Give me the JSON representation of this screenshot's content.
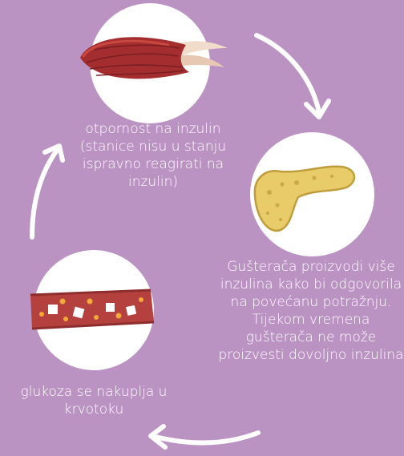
{
  "background_color": "#bb93c3",
  "steps": [
    {
      "icon": "muscle-icon",
      "text": "otpornost na inzulin (stanice nisu u stanju ispravno reagirati na inzulin)"
    },
    {
      "icon": "pancreas-icon",
      "text": "Gušterača proizvodi više inzulina kako bi odgovorila na povećanu potražnju. Tijekom vremena gušterača ne može proizvesti dovoljno inzulina"
    },
    {
      "icon": "blood-vessel-icon",
      "text": "glukoza se nakuplja u krvotoku"
    }
  ],
  "arrows": [
    {
      "icon": "arrow-icon"
    },
    {
      "icon": "arrow-icon"
    },
    {
      "icon": "arrow-icon"
    }
  ]
}
